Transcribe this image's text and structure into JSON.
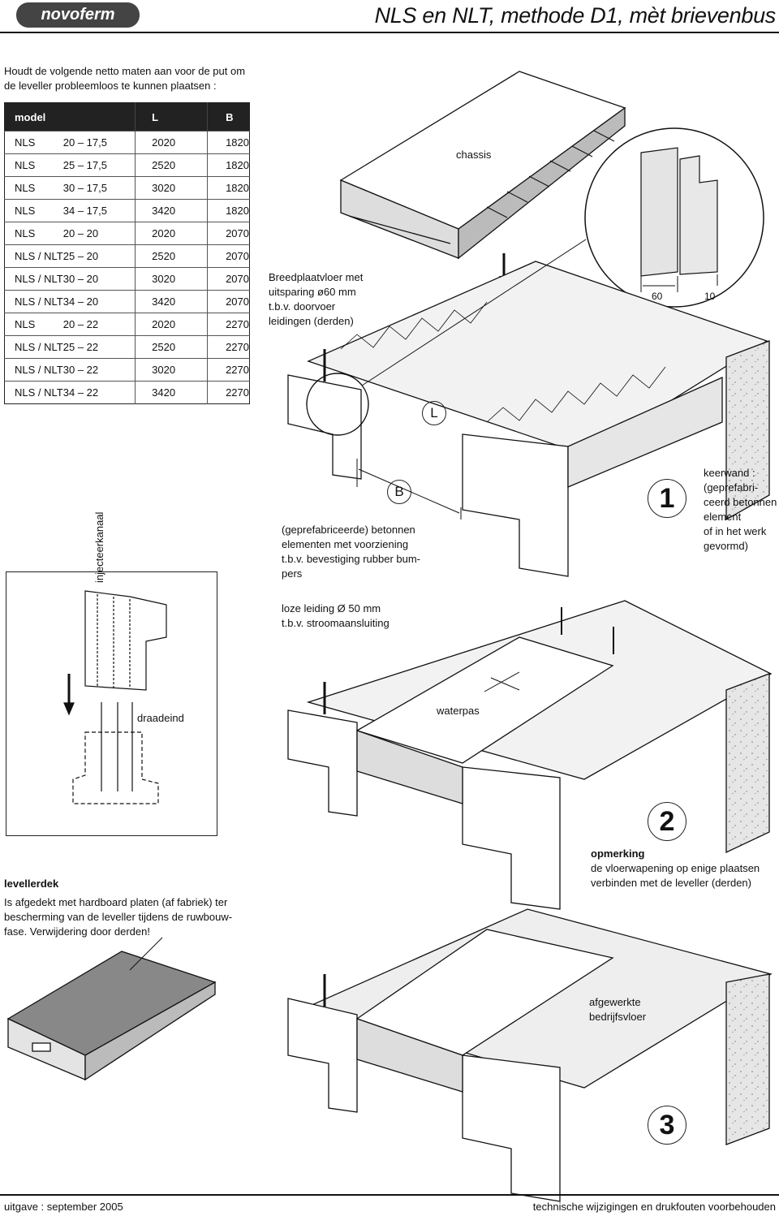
{
  "header": {
    "logo": "novoferm",
    "title": "NLS en NLT, methode D1, mèt brievenbus"
  },
  "intro": "Houdt de volgende netto maten aan voor de put om de leveller probleemloos te kunnen plaatsen :",
  "table": {
    "headers": [
      "model",
      "",
      "L",
      "B"
    ],
    "rows": [
      [
        "NLS",
        "20 – 17,5",
        "2020",
        "1820"
      ],
      [
        "NLS",
        "25 – 17,5",
        "2520",
        "1820"
      ],
      [
        "NLS",
        "30 – 17,5",
        "3020",
        "1820"
      ],
      [
        "NLS",
        "34 – 17,5",
        "3420",
        "1820"
      ],
      [
        "NLS",
        "20 – 20",
        "2020",
        "2070"
      ],
      [
        "NLS / NLT",
        "25 – 20",
        "2520",
        "2070"
      ],
      [
        "NLS / NLT",
        "30 – 20",
        "3020",
        "2070"
      ],
      [
        "NLS / NLT",
        "34 – 20",
        "3420",
        "2070"
      ],
      [
        "NLS",
        "20 – 22",
        "2020",
        "2270"
      ],
      [
        "NLS / NLT",
        "25 – 22",
        "2520",
        "2270"
      ],
      [
        "NLS / NLT",
        "30 – 22",
        "3020",
        "2270"
      ],
      [
        "NLS / NLT",
        "34 – 22",
        "3420",
        "2270"
      ]
    ]
  },
  "labels": {
    "chassis": "chassis",
    "breedplaat": [
      "Breedplaatvloer met",
      "uitsparing ø60 mm",
      "t.b.v. doorvoer",
      "leidingen (derden)"
    ],
    "dim_60": "60",
    "dim_10": "10",
    "L": "L",
    "B": "B",
    "geprefab": [
      "(geprefabriceerde) betonnen",
      "elementen met voorziening",
      "t.b.v. bevestiging rubber bum-",
      "pers"
    ],
    "keerwand": [
      "keerwand :",
      "(geprefabri-",
      "ceerd betonnen",
      "element",
      "of in het werk",
      "gevormd)"
    ],
    "step1": "1",
    "injecteerkanaal": "injecteerkanaal",
    "draadeind": "draadeind",
    "loze_leiding": [
      "loze leiding Ø 50 mm",
      "t.b.v. stroomaansluiting"
    ],
    "waterpas": "waterpas",
    "step2": "2",
    "opmerking_title": "opmerking",
    "opmerking_text": [
      "de vloerwapening op enige plaatsen",
      "verbinden met de leveller (derden)"
    ],
    "levellerdek_title": "levellerdek",
    "levellerdek_text": [
      "Is afgedekt met hardboard platen (af fabriek) ter",
      "bescherming van de leveller tijdens de ruwbouw-",
      "fase. Verwijdering door derden!"
    ],
    "afgewerkte": [
      "afgewerkte",
      "bedrijfsvloer"
    ],
    "step3": "3"
  },
  "footer": {
    "left": "uitgave : september 2005",
    "right": "technische wijzigingen en drukfouten voorbehouden"
  }
}
